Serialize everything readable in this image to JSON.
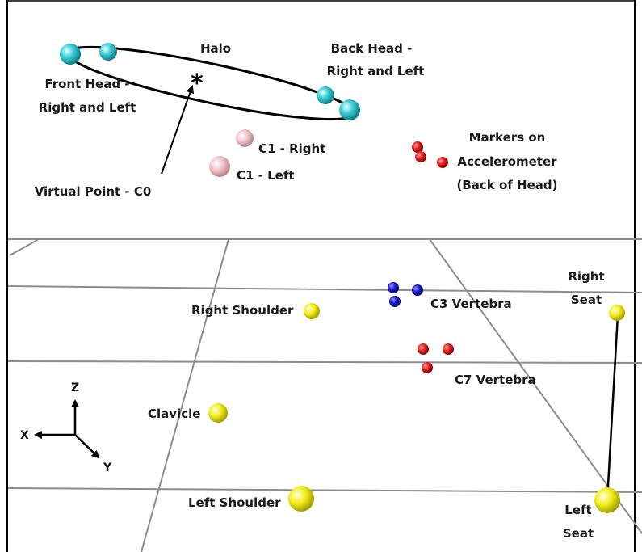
{
  "labels": {
    "halo": "Halo",
    "front_head_1": "Front Head -",
    "front_head_2": "Right and Left",
    "back_head_1": "Back Head -",
    "back_head_2": "Right and Left",
    "virtual_point": "Virtual Point - C0",
    "c1_right": "C1 - Right",
    "c1_left": "C1 - Left",
    "markers_1": "Markers on",
    "markers_2": "Accelerometer",
    "markers_3": "(Back of Head)",
    "right_shoulder": "Right Shoulder",
    "c3": "C3 Vertebra",
    "c7": "C7 Vertebra",
    "clavicle": "Clavicle",
    "left_shoulder": "Left Shoulder",
    "right_seat_1": "Right",
    "right_seat_2": "Seat",
    "left_seat_1": "Left",
    "left_seat_2": "Seat",
    "axis_z": "Z",
    "axis_x": "X",
    "axis_y": "Y",
    "virtual_point_symbol": "*"
  },
  "colors": {
    "head_marker": "#3ed1d8",
    "c1_marker": "#f3c4cc",
    "accelerometer_marker": "#e02020",
    "c3_marker": "#1a1ad0",
    "c7_marker": "#e02020",
    "body_marker": "#f2ee1a",
    "grid": "#8c8c8c"
  }
}
